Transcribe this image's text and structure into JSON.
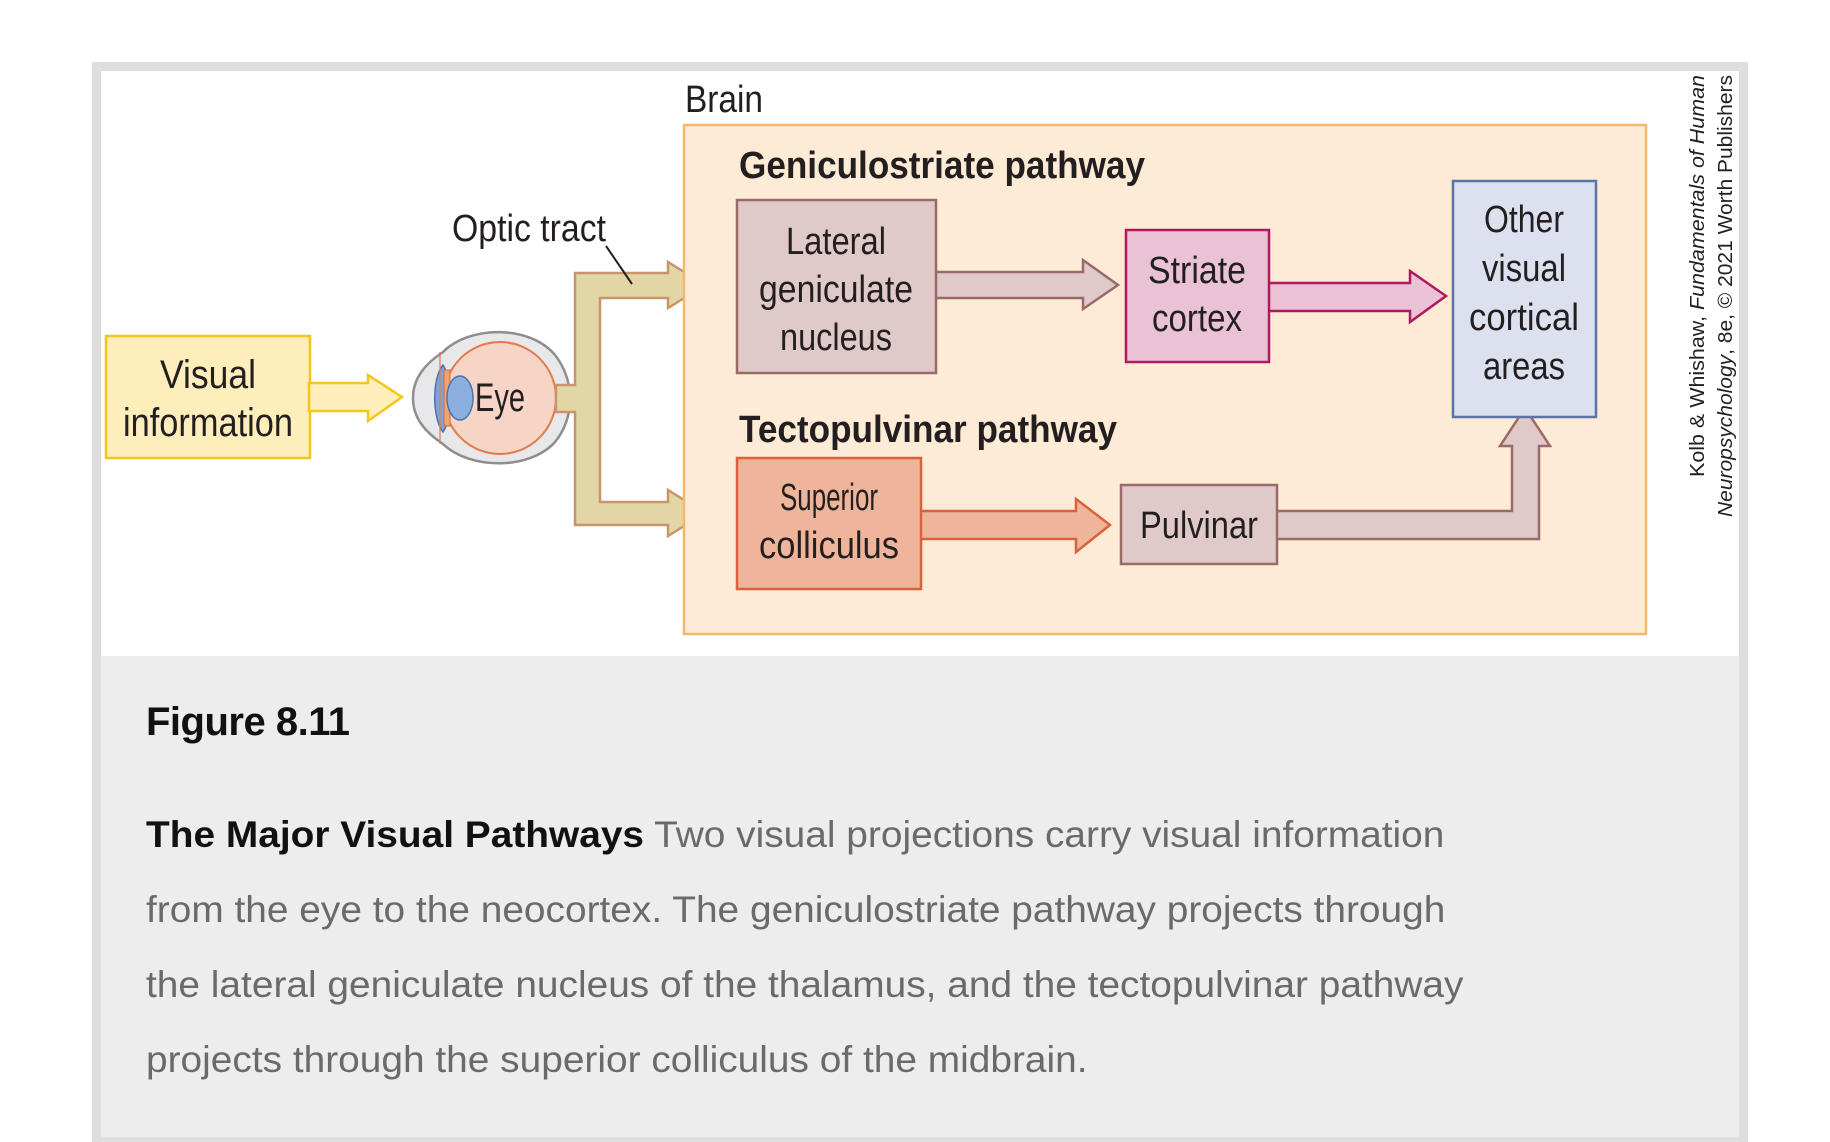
{
  "diagram": {
    "brain_label": "Brain",
    "optic_tract_label": "Optic tract",
    "visual_information": [
      "Visual",
      "information"
    ],
    "eye_label": "Eye",
    "geniculostriate_heading": "Geniculostriate pathway",
    "tectopulvinar_heading": "Tectopulvinar pathway",
    "nodes": {
      "lgn": [
        "Lateral",
        "geniculate",
        "nucleus"
      ],
      "striate": [
        "Striate",
        "cortex"
      ],
      "other": [
        "Other",
        "visual",
        "cortical",
        "areas"
      ],
      "sc": [
        "Superior",
        "colliculus"
      ],
      "pulvinar": [
        "Pulvinar"
      ]
    },
    "credit_line1_plain": "Kolb & Whishaw, ",
    "credit_line1_italic": "Fundamentals of Human",
    "credit_line2_italic": "Neuropsychology",
    "credit_line2_plain": ", 8e, © 2021 Worth Publishers",
    "colors": {
      "visual_info_fill": "#fdeebb",
      "visual_info_stroke": "#f6c51a",
      "optic_tract_fill": "#e2d6a6",
      "optic_tract_stroke": "#c8946a",
      "brain_fill": "#fdebd6",
      "brain_stroke": "#f5b66e",
      "lgn_fill": "#dfc9c9",
      "lgn_stroke": "#9a6a66",
      "striate_fill": "#e9c2d6",
      "striate_stroke": "#b0195f",
      "other_fill": "#dde0ee",
      "other_stroke": "#5b73a8",
      "sc_fill": "#efb59a",
      "sc_stroke": "#d9623d",
      "pulvinar_fill": "#dfc9c9",
      "pulvinar_stroke": "#9a6a66"
    }
  },
  "caption": {
    "figure_number": "Figure 8.11",
    "title": "The Major Visual Pathways",
    "lines": [
      " Two visual projections carry visual information",
      "from the eye to the neocortex. The geniculostriate pathway projects through",
      "the lateral geniculate nucleus of the thalamus, and the tectopulvinar pathway",
      "projects through the superior colliculus of the midbrain."
    ]
  }
}
